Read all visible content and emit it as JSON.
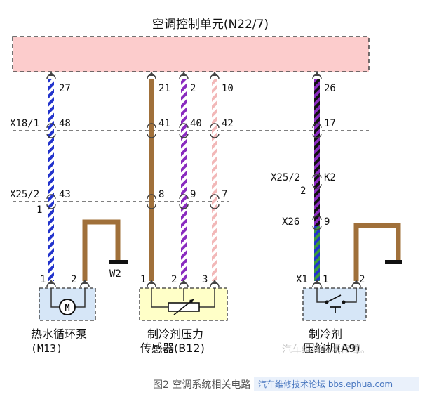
{
  "title": "空调控制单元(N22/7)",
  "caption": "图2 空调系统相关电路",
  "watermark": "汽车维修技术论坛 bbs.ephua.com",
  "watermark_small": "汽车维修技术修理。",
  "connectors": {
    "x18": "X18/1",
    "x25a": "X25/2",
    "x25b": "X25/2",
    "x26": "X26",
    "x1": "X1"
  },
  "pins": {
    "p27": "27",
    "p48": "48",
    "p43": "43",
    "p1a": "1",
    "p21": "21",
    "p2": "2",
    "p10": "10",
    "p41": "41",
    "p40": "40",
    "p42": "42",
    "p8": "8",
    "p9": "9",
    "p7": "7",
    "p26": "26",
    "p17": "17",
    "pK2": "K2",
    "p2b": "2",
    "p9b": "9",
    "m1": "1",
    "m2": "2",
    "s1": "1",
    "s2": "2",
    "s3": "3",
    "c1": "1",
    "c2": "2"
  },
  "ground": "W2",
  "components": {
    "pump": {
      "name": "热水循环泵",
      "code": "(M13)"
    },
    "sensor": {
      "name_line1": "制冷剂压力",
      "name_line2": "传感器(B12)"
    },
    "compressor": {
      "name_line1": "制冷剂",
      "name_line2": "压缩机(A9)"
    }
  },
  "colors": {
    "ecu_fill": "#fccccc",
    "brown": "#a0703a",
    "blue": "#2233cc",
    "purple": "#8a2bbf",
    "pink": "#f2b8b8",
    "green": "#3a9a3a",
    "sensor_fill": "#ffffc8",
    "comp_fill": "#d6e6f7"
  }
}
